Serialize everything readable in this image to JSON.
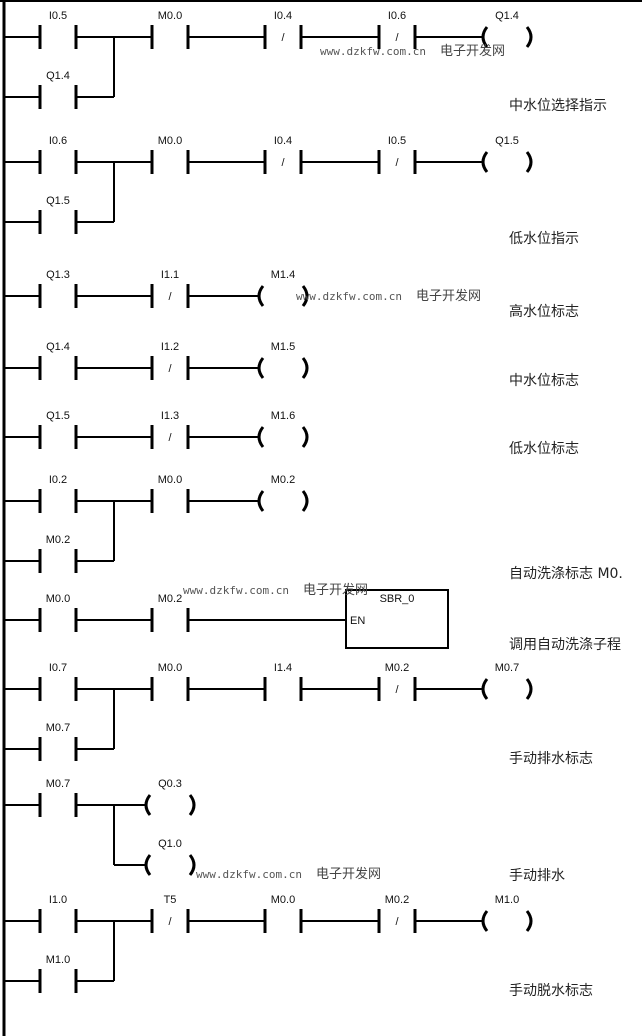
{
  "title": "洗衣机 PLC 梯形图",
  "watermark": {
    "url": "www.dzkfw.com.cn",
    "site": "电子开发网"
  },
  "rungs": [
    {
      "comment": "中水位选择指示",
      "main": [
        {
          "type": "NO",
          "label": "I0.5"
        },
        {
          "type": "NO",
          "label": "M0.0"
        },
        {
          "type": "NC",
          "label": "I0.4"
        },
        {
          "type": "NC",
          "label": "I0.6"
        },
        {
          "type": "COIL",
          "label": "Q1.4"
        }
      ],
      "parallel": [
        {
          "type": "NO",
          "label": "Q1.4"
        }
      ],
      "watermark": true
    },
    {
      "comment": "低水位指示",
      "main": [
        {
          "type": "NO",
          "label": "I0.6"
        },
        {
          "type": "NO",
          "label": "M0.0"
        },
        {
          "type": "NC",
          "label": "I0.4"
        },
        {
          "type": "NC",
          "label": "I0.5"
        },
        {
          "type": "COIL",
          "label": "Q1.5"
        }
      ],
      "parallel": [
        {
          "type": "NO",
          "label": "Q1.5"
        }
      ]
    },
    {
      "comment": "高水位标志",
      "main": [
        {
          "type": "NO",
          "label": "Q1.3"
        },
        {
          "type": "NC",
          "label": "I1.1"
        },
        {
          "type": "COIL",
          "label": "M1.4"
        }
      ],
      "watermark": true
    },
    {
      "comment": "中水位标志",
      "main": [
        {
          "type": "NO",
          "label": "Q1.4"
        },
        {
          "type": "NC",
          "label": "I1.2"
        },
        {
          "type": "COIL",
          "label": "M1.5"
        }
      ]
    },
    {
      "comment": "低水位标志",
      "main": [
        {
          "type": "NO",
          "label": "Q1.5"
        },
        {
          "type": "NC",
          "label": "I1.3"
        },
        {
          "type": "COIL",
          "label": "M1.6"
        }
      ]
    },
    {
      "comment": "自动洗涤标志 M0.",
      "main": [
        {
          "type": "NO",
          "label": "I0.2"
        },
        {
          "type": "NO",
          "label": "M0.0"
        },
        {
          "type": "COIL",
          "label": "M0.2"
        }
      ],
      "parallel": [
        {
          "type": "NO",
          "label": "M0.2"
        }
      ]
    },
    {
      "comment": "调用自动洗涤子程",
      "main": [
        {
          "type": "NO",
          "label": "M0.0"
        },
        {
          "type": "NO",
          "label": "M0.2"
        },
        {
          "type": "BOX",
          "label": "SBR_0",
          "pin": "EN"
        }
      ],
      "watermark": true
    },
    {
      "comment": "手动排水标志",
      "main": [
        {
          "type": "NO",
          "label": "I0.7"
        },
        {
          "type": "NO",
          "label": "M0.0"
        },
        {
          "type": "NO",
          "label": "I1.4"
        },
        {
          "type": "NC",
          "label": "M0.2"
        },
        {
          "type": "COIL",
          "label": "M0.7"
        }
      ],
      "parallel": [
        {
          "type": "NO",
          "label": "M0.7"
        }
      ]
    },
    {
      "comment": "手动排水",
      "main": [
        {
          "type": "NO",
          "label": "M0.7"
        },
        {
          "type": "COIL",
          "label": "Q0.3"
        }
      ],
      "branch_coil": {
        "type": "COIL",
        "label": "Q1.0"
      },
      "watermark": true
    },
    {
      "comment": "手动脱水标志",
      "main": [
        {
          "type": "NO",
          "label": "I1.0"
        },
        {
          "type": "NC",
          "label": "T5"
        },
        {
          "type": "NO",
          "label": "M0.0"
        },
        {
          "type": "NC",
          "label": "M0.2"
        },
        {
          "type": "COIL",
          "label": "M1.0"
        }
      ],
      "parallel": [
        {
          "type": "NO",
          "label": "M1.0"
        }
      ]
    }
  ]
}
